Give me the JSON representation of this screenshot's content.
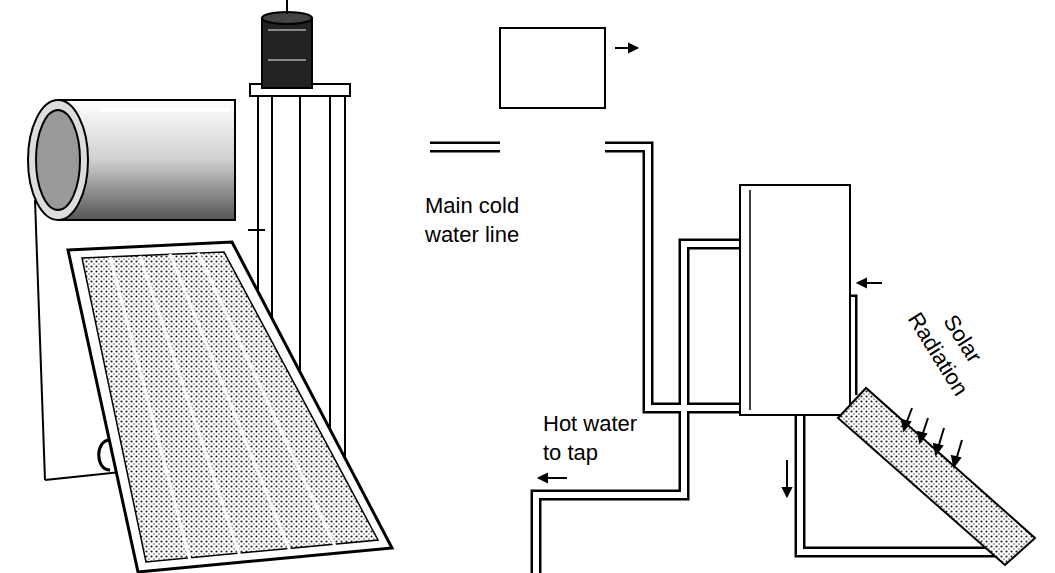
{
  "diagram": {
    "labels": [
      "Main cold water line",
      "Hot water to tap",
      "Solar Radiation"
    ]
  }
}
